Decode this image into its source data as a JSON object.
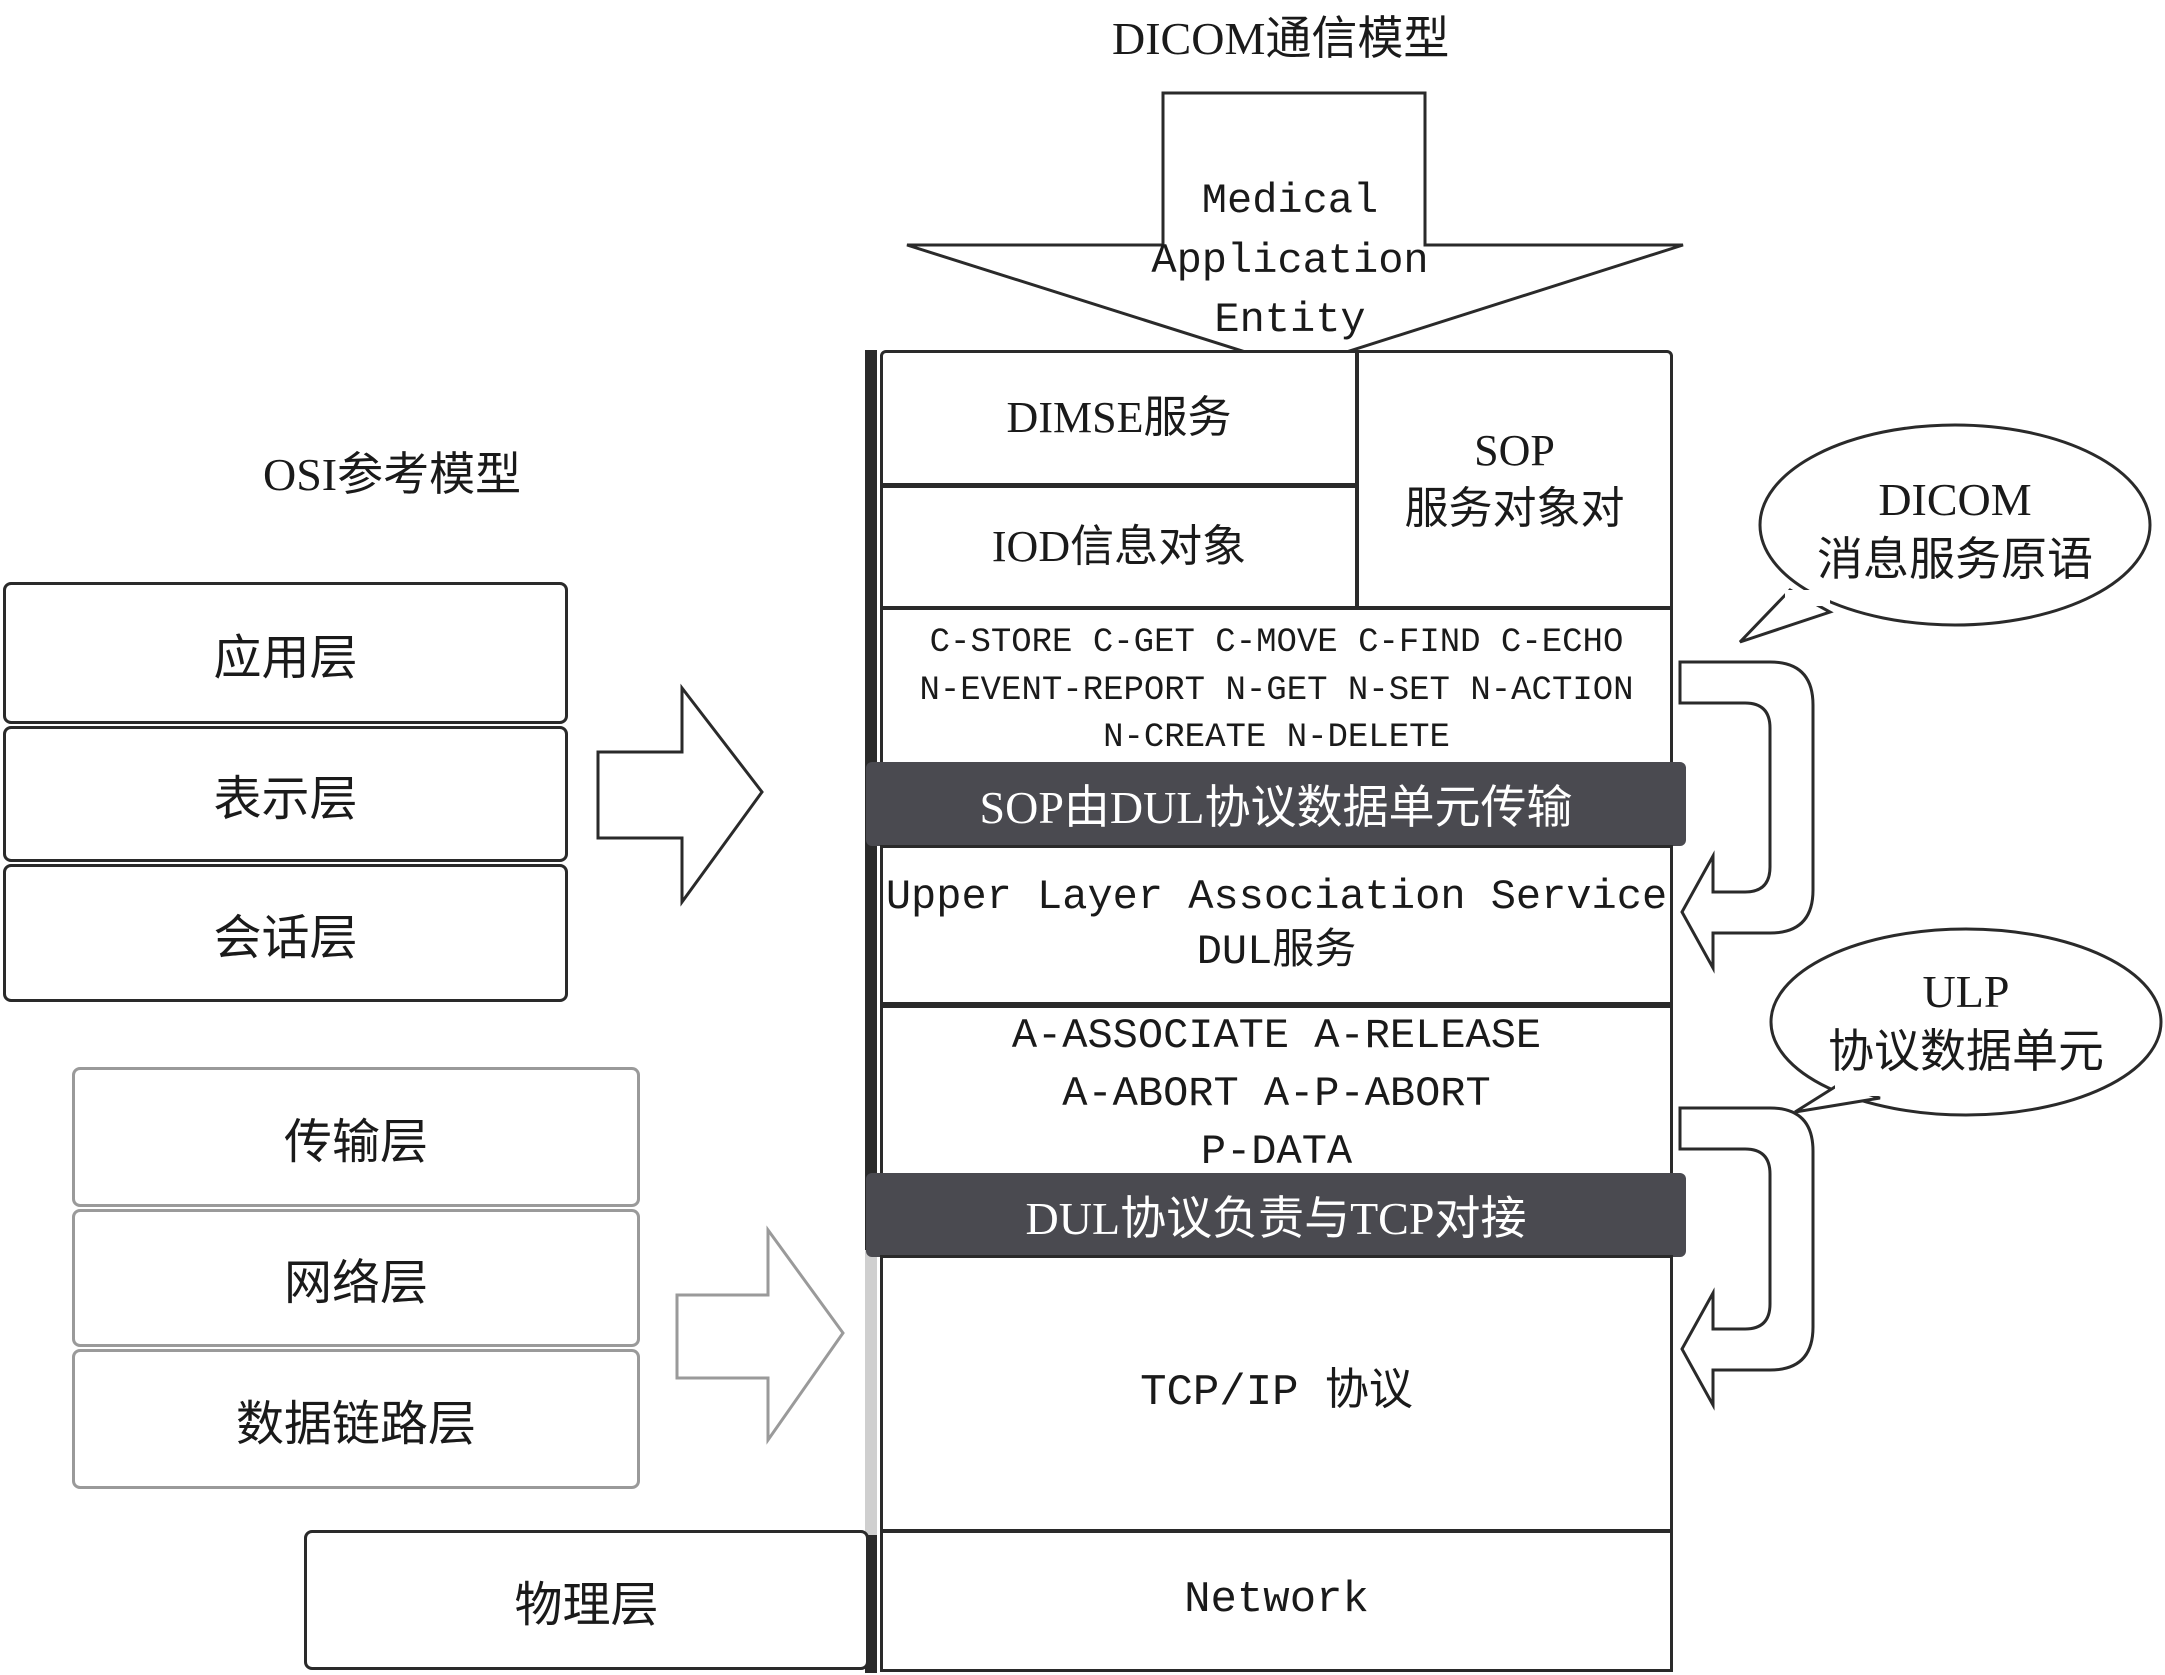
{
  "titles": {
    "dicom_model": "DICOM通信模型",
    "osi_model": "OSI参考模型"
  },
  "top_arrow": {
    "lines": [
      "Medical",
      "Application",
      "Entity"
    ]
  },
  "osi_layers": {
    "upper": [
      "应用层",
      "表示层",
      "会话层"
    ],
    "lower": [
      "传输层",
      "网络层",
      "数据链路层"
    ],
    "physical": "物理层"
  },
  "dicom_stack": {
    "dimse": "DIMSE服务",
    "iod": "IOD信息对象",
    "sop_line1": "SOP",
    "sop_line2": "服务对象对",
    "commands": [
      "C-STORE C-GET C-MOVE C-FIND C-ECHO",
      "N-EVENT-REPORT N-GET N-SET N-ACTION",
      "N-CREATE N-DELETE"
    ],
    "band_sop": "SOP由DUL协议数据单元传输",
    "upper_layer_line1": "Upper Layer Association Service",
    "upper_layer_line2": "DUL服务",
    "associate": [
      "A-ASSOCIATE A-RELEASE",
      "A-ABORT A-P-ABORT",
      "P-DATA"
    ],
    "band_dul": "DUL协议负责与TCP对接",
    "tcpip": "TCP/IP 协议",
    "network": "Network"
  },
  "bubbles": {
    "dicom_line1": "DICOM",
    "dicom_line2": "消息服务原语",
    "ulp_line1": "ULP",
    "ulp_line2": "协议数据单元"
  }
}
